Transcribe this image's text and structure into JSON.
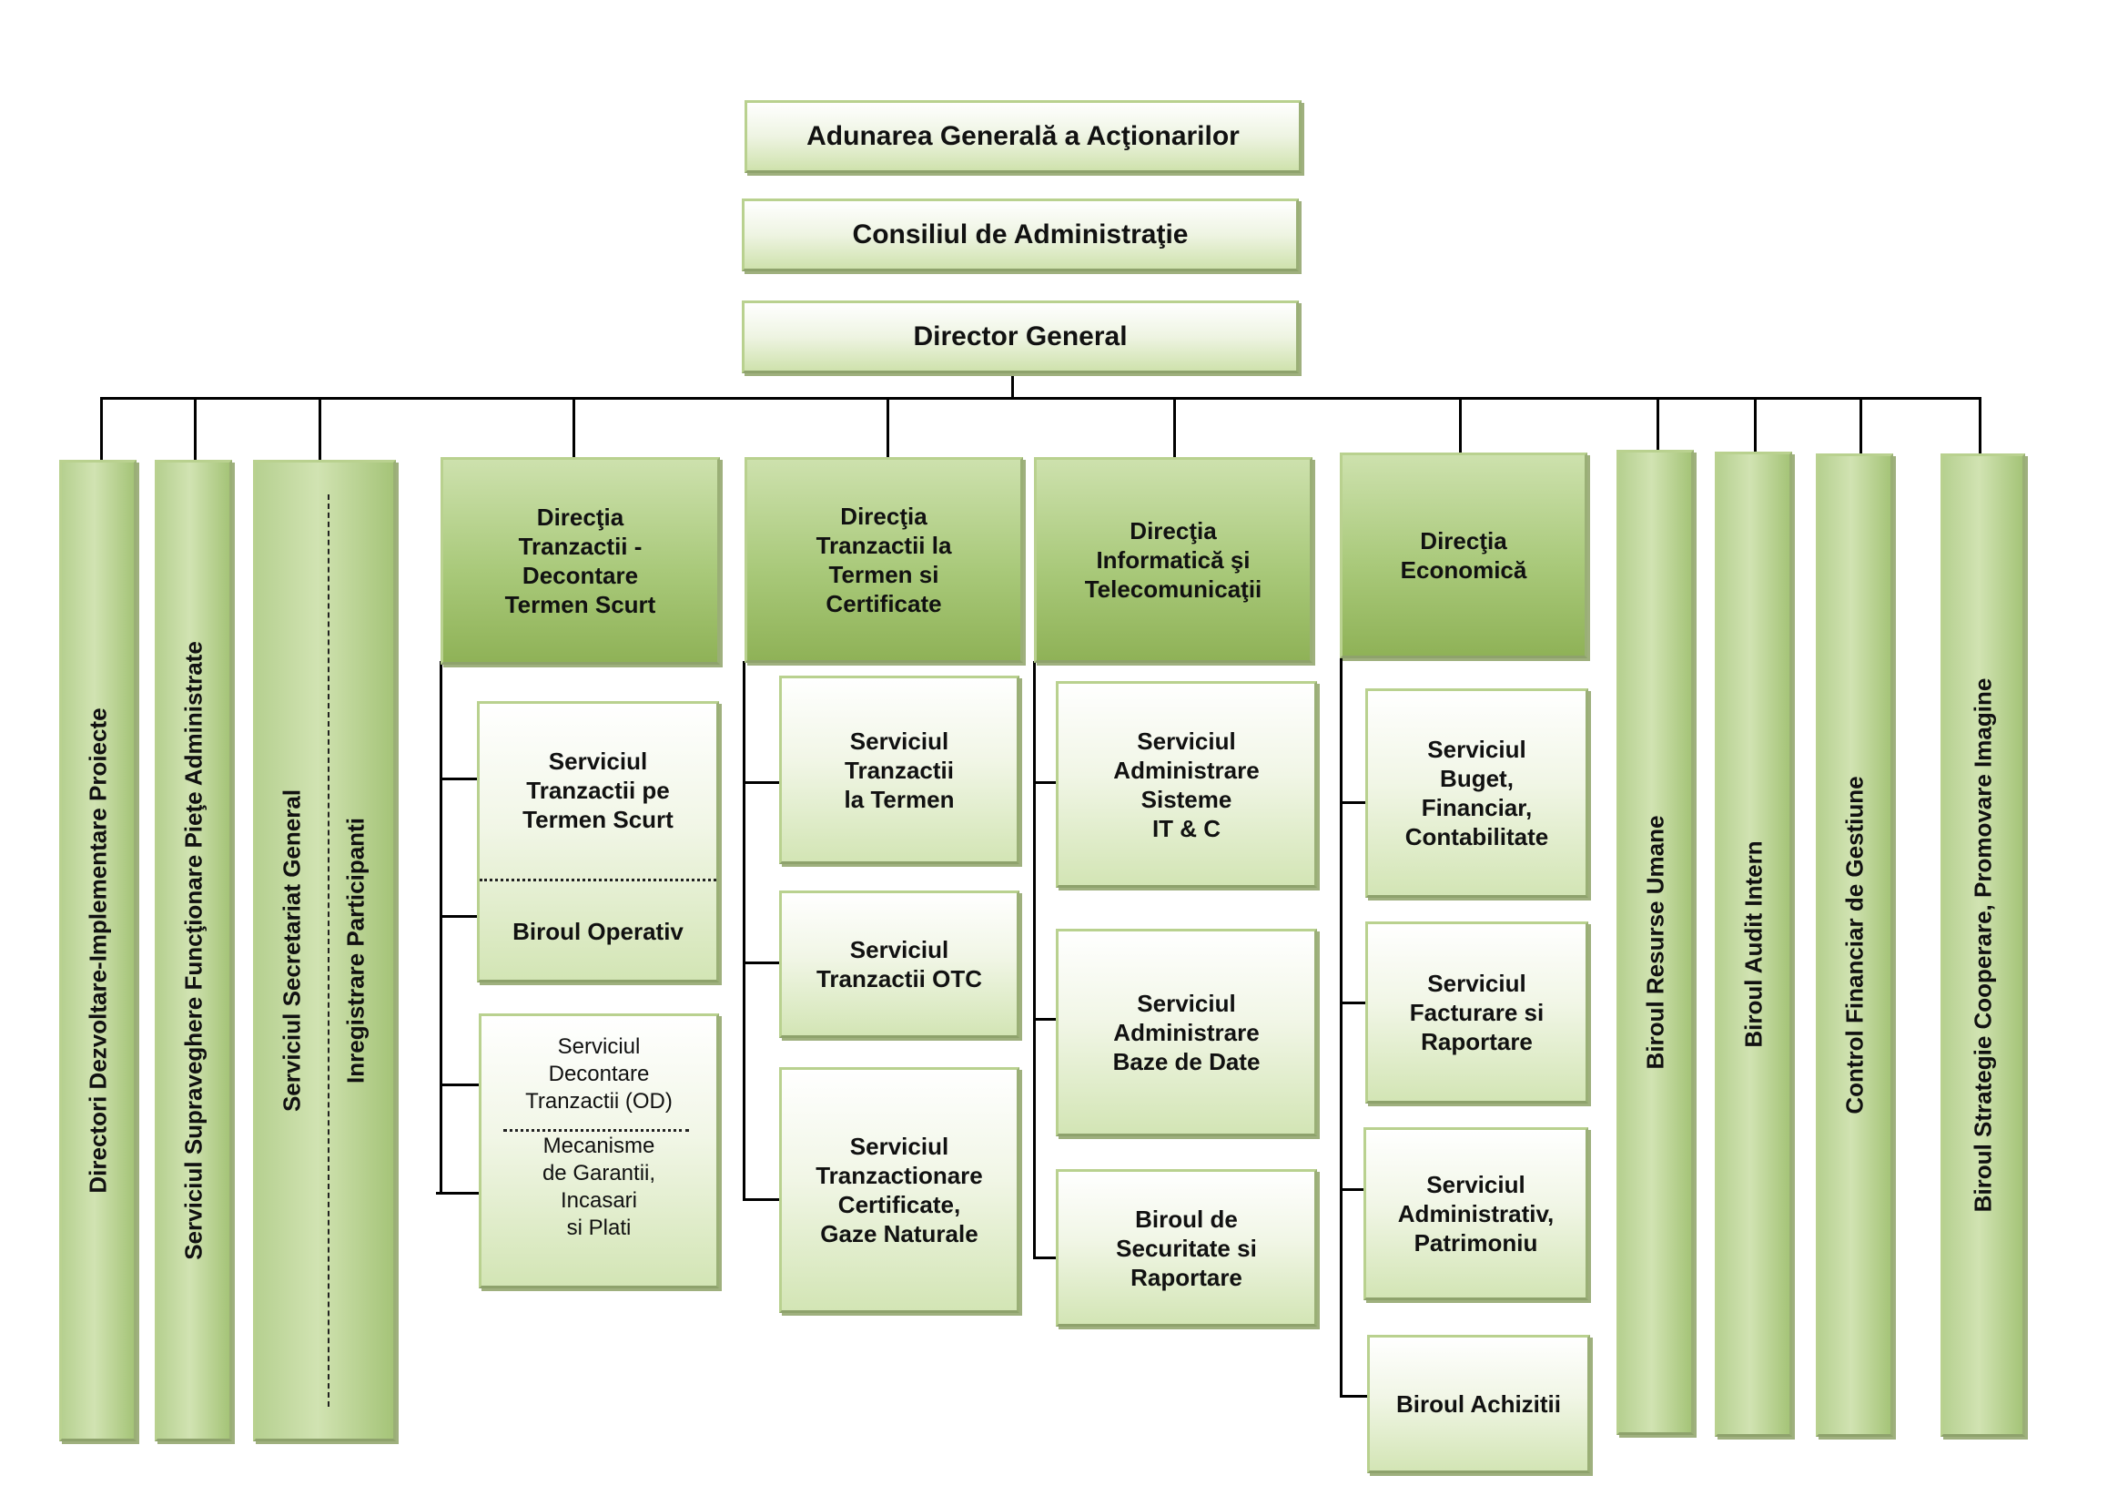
{
  "top": {
    "agm": "Adunarea Generală a Acţionarilor",
    "board": "Consiliul de Administraţie",
    "director": "Director General"
  },
  "side_units": {
    "directori": "Directori Dezvoltare-Implementare Proiecte",
    "supraveghere": "Serviciul Supraveghere Funcţionare Pieţe Administrate",
    "secretariat": "Serviciul Secretariat General",
    "inregistrare": "Inregistrare Participanti",
    "resurse_umane": "Biroul Resurse Umane",
    "audit": "Biroul Audit Intern",
    "control": "Control Financiar de Gestiune",
    "strategie": "Biroul Strategie Cooperare, Promovare Imagine"
  },
  "directions": [
    {
      "title": "Direcţia Tranzactii - Decontare Termen Scurt",
      "title_lines": [
        "Direcţia",
        "Tranzactii -",
        "Decontare",
        "Termen Scurt"
      ],
      "services": [
        {
          "lines": [
            "Serviciul",
            "Tranzactii pe",
            "Termen Scurt"
          ]
        },
        {
          "lines": [
            "Biroul Operativ"
          ]
        },
        {
          "lines": [
            "Serviciul",
            "Decontare",
            "Tranzactii (OD)"
          ]
        },
        {
          "lines": [
            "Mecanisme",
            "de Garantii,",
            "Incasari",
            "si Plati"
          ]
        }
      ]
    },
    {
      "title": "Direcţia Tranzactii la Termen si Certificate",
      "title_lines": [
        "Direcţia",
        "Tranzactii la",
        "Termen si",
        "Certificate"
      ],
      "services": [
        {
          "lines": [
            "Serviciul",
            "Tranzactii",
            "la Termen"
          ]
        },
        {
          "lines": [
            "Serviciul",
            "Tranzactii OTC"
          ]
        },
        {
          "lines": [
            "Serviciul",
            "Tranzactionare",
            "Certificate,",
            "Gaze Naturale"
          ]
        }
      ]
    },
    {
      "title": "Direcţia Informatică şi Telecomunicaţii",
      "title_lines": [
        "Direcţia",
        "Informatică şi",
        "Telecomunicaţii"
      ],
      "services": [
        {
          "lines": [
            "Serviciul",
            "Administrare",
            "Sisteme",
            "IT & C"
          ]
        },
        {
          "lines": [
            "Serviciul",
            "Administrare",
            "Baze de Date"
          ]
        },
        {
          "lines": [
            "Biroul de",
            "Securitate si",
            "Raportare"
          ]
        }
      ]
    },
    {
      "title": "Direcţia Economică",
      "title_lines": [
        "Direcţia",
        "Economică"
      ],
      "services": [
        {
          "lines": [
            "Serviciul",
            "Buget,",
            "Financiar,",
            "Contabilitate"
          ]
        },
        {
          "lines": [
            "Serviciul",
            "Facturare si",
            "Raportare"
          ]
        },
        {
          "lines": [
            "Serviciul",
            "Administrativ,",
            "Patrimoniu"
          ]
        },
        {
          "lines": [
            "Biroul Achizitii"
          ]
        }
      ]
    }
  ],
  "colors": {
    "box_border": "#b9d18f",
    "direction_fill": "#a9c97a",
    "light_fill": "#f1f6e6",
    "connector": "#000000"
  }
}
